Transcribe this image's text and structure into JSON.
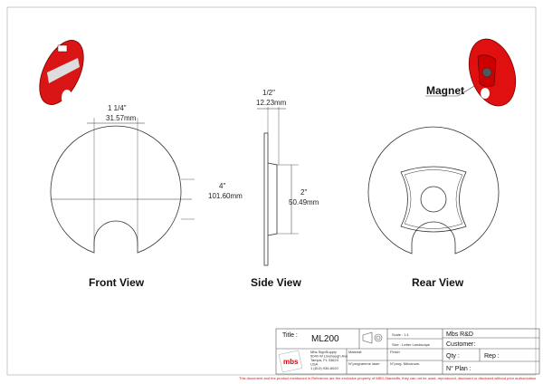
{
  "views": {
    "front": {
      "label": "Front View",
      "width_in": "1 1/4\"",
      "width_mm": "31.57mm",
      "dia_in": "4\"",
      "dia_mm": "101.60mm"
    },
    "side": {
      "label": "Side View",
      "depth_in": "1/2\"",
      "depth_mm": "12.23mm",
      "height_in": "2\"",
      "height_mm": "50.49mm"
    },
    "rear": {
      "label": "Rear View"
    },
    "callout": "Magnet"
  },
  "title_block": {
    "title_label": "Title :",
    "title": "ML200",
    "scale": "Scale : 1:1",
    "size": "Size : Letter Landscape",
    "company": "Mbs R&D",
    "customer": "Customer:",
    "address": [
      "Mbs SignSupply",
      "5040 W Linebaugh Ave",
      "Tampa, FL 33624",
      "USA",
      "1 (813) 936-6020"
    ],
    "material": "Material:",
    "finish": "Finish",
    "laser": "N°programme laser",
    "mecanum": "N°prog. Mécanum.",
    "qty": "Qty :",
    "rep": "Rep :",
    "plan": "N° Plan :",
    "logo": "mbs"
  },
  "disclaimer": "This document and the product mentioned in Reference are the exclusive property of MBS-Standoffs, they can not be used, reproduced, disclosed or disclosed without prior authorization",
  "colors": {
    "accent": "#e01010",
    "line": "#333333"
  }
}
